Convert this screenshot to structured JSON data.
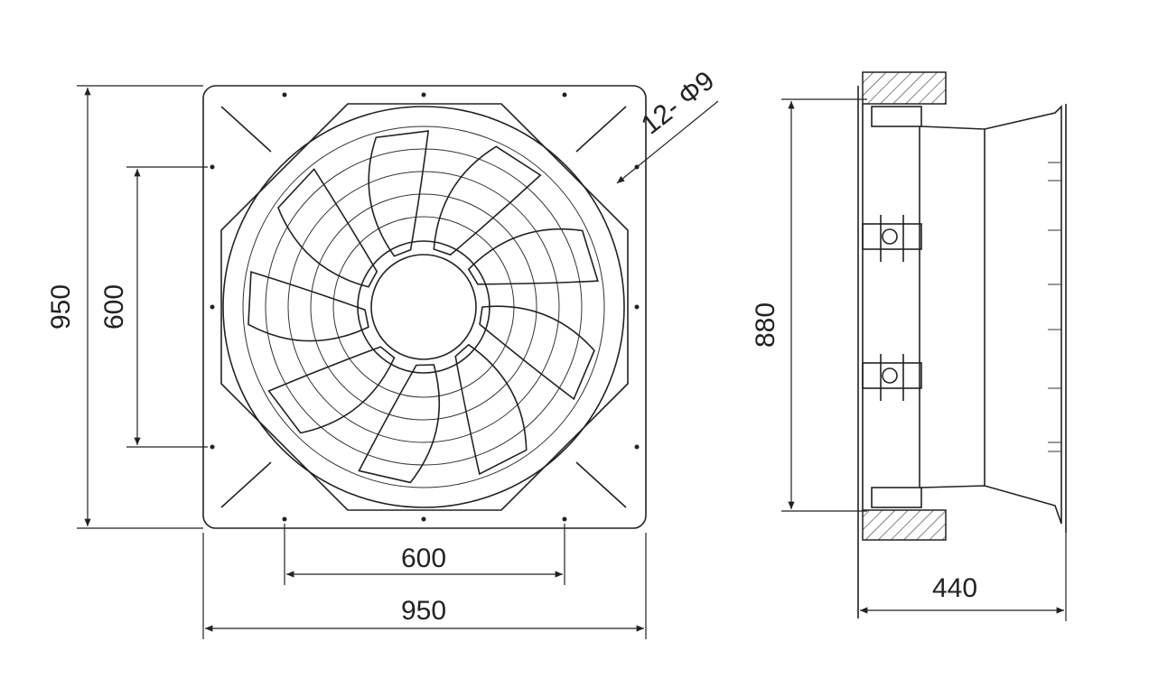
{
  "front_view": {
    "height_label": "950",
    "bolt_spacing_vertical_label": "600",
    "bolt_spacing_horizontal_label": "600",
    "width_label": "950",
    "holes_label": "12- Φ9"
  },
  "side_view": {
    "height_label": "880",
    "depth_label": "440"
  }
}
